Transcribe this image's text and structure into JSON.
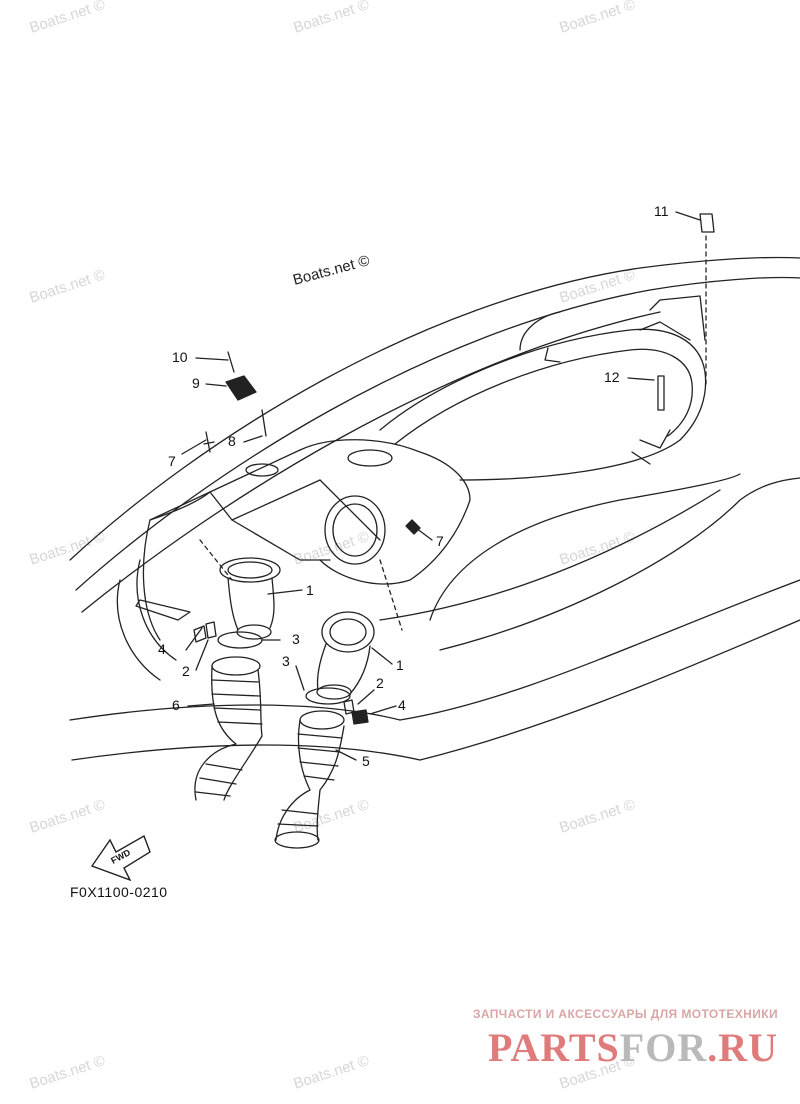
{
  "watermark_text": "Boats.net ©",
  "credit_text": "Boats.net ©",
  "diagram_code": "F0X1100-0210",
  "fwd_label": "FWD",
  "part_labels": {
    "p1a": "1",
    "p1b": "1",
    "p2a": "2",
    "p2b": "2",
    "p3a": "3",
    "p3b": "3",
    "p4a": "4",
    "p4b": "4",
    "p5": "5",
    "p6": "6",
    "p7a": "7",
    "p7b": "7",
    "p8": "8",
    "p9": "9",
    "p10": "10",
    "p11": "11",
    "p12": "12"
  },
  "brand": {
    "tagline": "ЗАПЧАСТИ И АКСЕССУАРЫ ДЛЯ МОТОТЕХНИКИ",
    "name_left": "PARTS",
    "name_sep": "FOR",
    "name_right": ".RU",
    "color_primary": "#e07b7b",
    "color_secondary": "#b9b9b9"
  },
  "colors": {
    "line": "#222222",
    "watermark": "#d6d6d6"
  }
}
